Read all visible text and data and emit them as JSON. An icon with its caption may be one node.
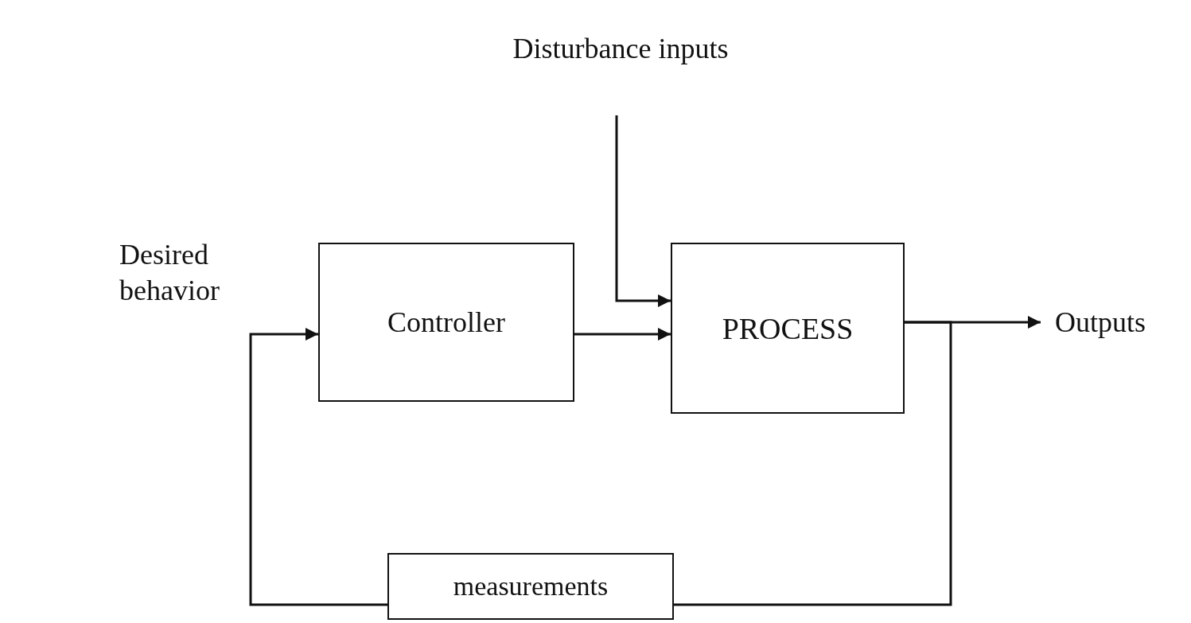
{
  "diagram": {
    "nodes": [
      {
        "text": [
          "Disturbance inputs"
        ]
      },
      {
        "text": [
          "Controller"
        ]
      },
      {
        "text": [
          "PROCESS"
        ]
      },
      {
        "text": [
          "Outputs"
        ]
      },
      {
        "text": [
          "measurements"
        ]
      }
    ],
    "edges": [
      {
        "from": 0,
        "to": 2,
        "arrow": "to"
      },
      {
        "from": 1,
        "to": 2,
        "arrow": "to"
      },
      {
        "from": 2,
        "to": 3,
        "arrow": "to"
      },
      {
        "from": 2,
        "to": 4,
        "arrow": "none"
      },
      {
        "from": 4,
        "to": 1,
        "arrow": "to"
      }
    ],
    "labels": [
      "Desired behavior"
    ]
  }
}
